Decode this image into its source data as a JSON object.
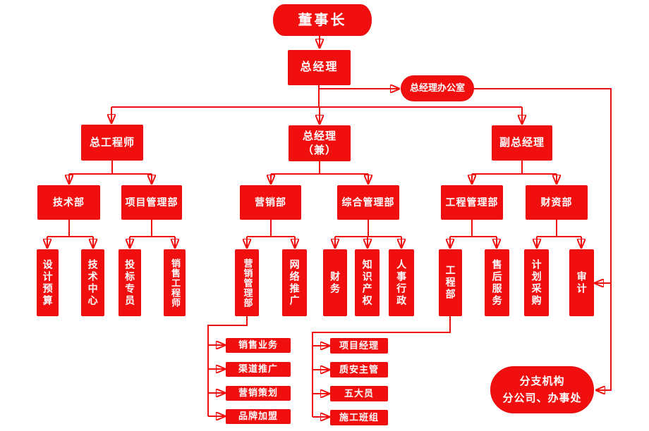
{
  "palette": {
    "brand_red": "#f10e0e",
    "text_white": "#ffffff",
    "background": "#ffffff"
  },
  "org": {
    "chairman": "董事长",
    "general_manager": "总经理",
    "gm_office": "总经理办公室",
    "level2": {
      "chief_engineer": "总工程师",
      "gm_concurrent": "总经理\n（兼）",
      "deputy_gm": "副总经理"
    },
    "departments": {
      "tech": "技术部",
      "project_mgmt": "项目管理部",
      "marketing": "营销部",
      "general_mgmt": "综合管理部",
      "eng_mgmt": "工程管理部",
      "treasury": "财资部"
    },
    "units": {
      "design_budget": "设计预算",
      "tech_center": "技术中心",
      "bid_specialist": "投标专员",
      "sales_engineer": "销售工程师",
      "marketing_mgmt": "营销管理部",
      "online_promotion": "网络推广",
      "finance": "财务",
      "intellectual_property": "知识产权",
      "hr_admin": "人事行政",
      "engineering": "工程部",
      "after_sales": "售后服务",
      "plan_procurement": "计划采购",
      "audit": "审计"
    },
    "marketing_sub": [
      "销售业务",
      "渠道推广",
      "营销策划",
      "品牌加盟"
    ],
    "engineering_sub": [
      "项目经理",
      "质安主管",
      "五大员",
      "施工班组"
    ],
    "branch": "分支机构\n分公司、办事处"
  }
}
